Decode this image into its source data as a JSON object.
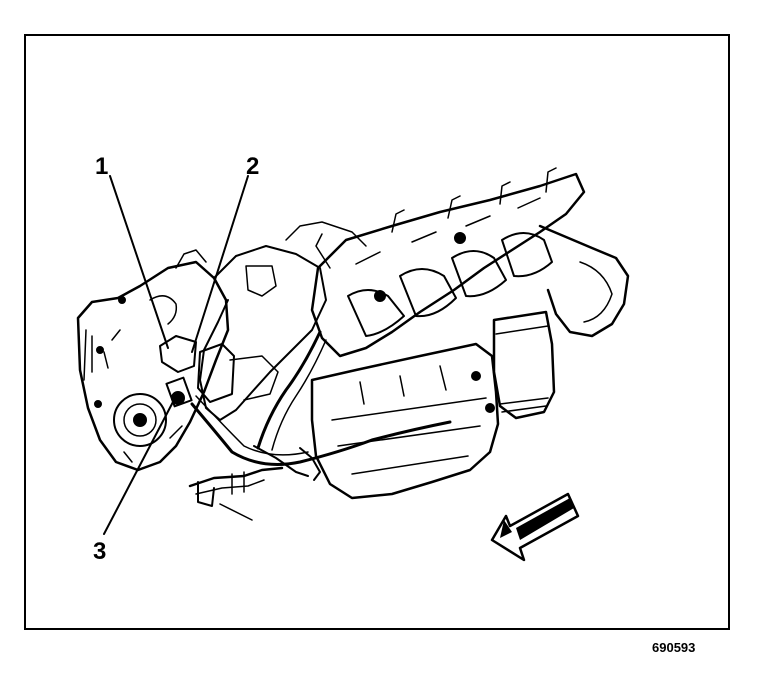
{
  "figure": {
    "callouts": [
      "1",
      "2",
      "3"
    ],
    "figure_number": "690593",
    "line_color": "#000000",
    "background_color": "#ffffff"
  }
}
